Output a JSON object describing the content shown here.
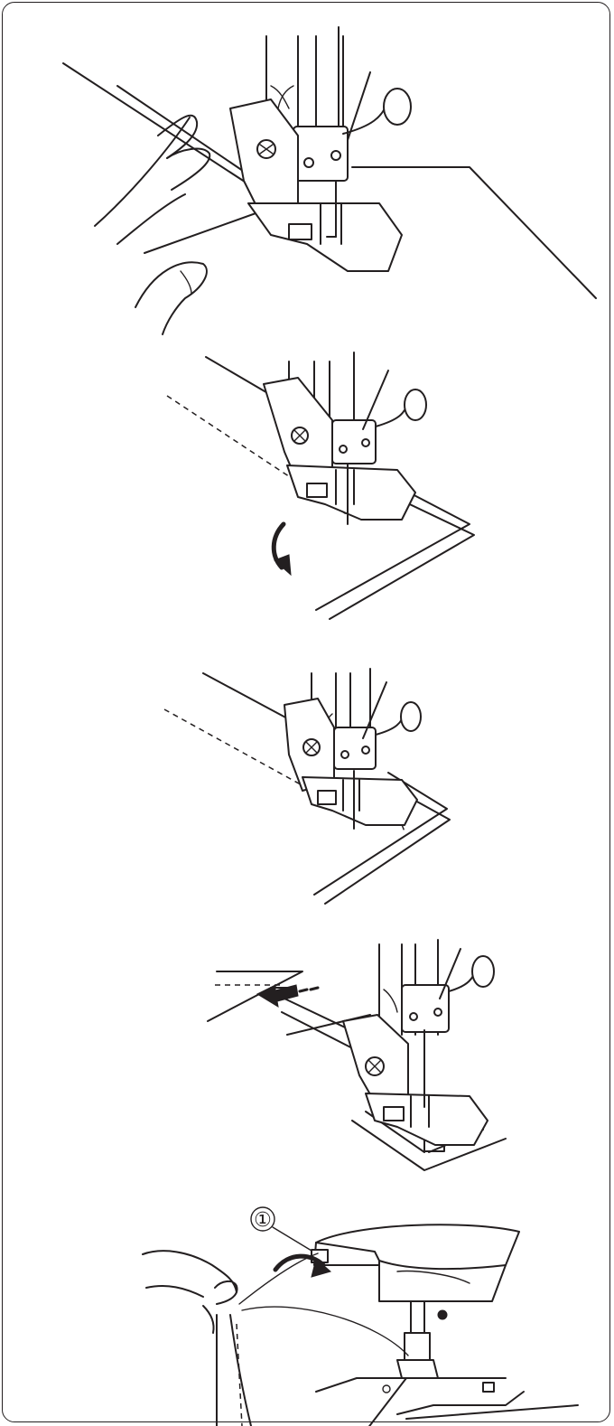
{
  "figures": [
    {
      "id": "fig-1",
      "description_name": "fingers-holding-fabric-under-presser-foot"
    },
    {
      "id": "fig-2",
      "description_name": "fabric-turned-on-needle"
    },
    {
      "id": "fig-3",
      "description_name": "sewing-new-direction"
    },
    {
      "id": "fig-4",
      "description_name": "fabric-pulled-back"
    },
    {
      "id": "fig-5",
      "description_name": "threads-pulled-to-cutter"
    }
  ],
  "callouts": {
    "thread_cutter_marker": "①"
  },
  "colors": {
    "ink": "#231f20",
    "paper": "#ffffff"
  }
}
